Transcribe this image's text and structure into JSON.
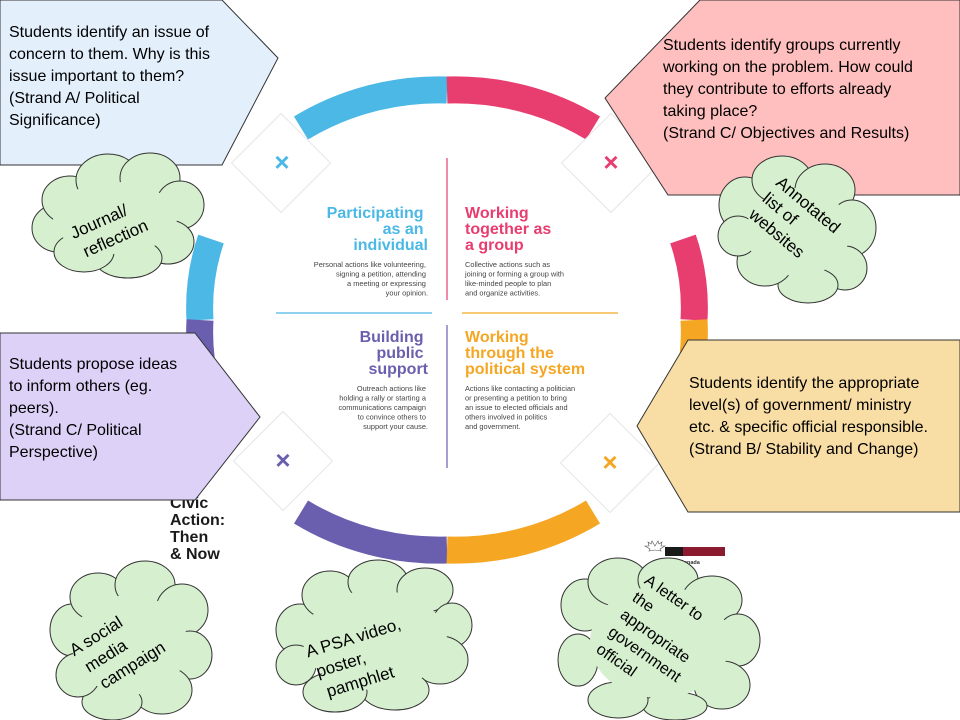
{
  "colors": {
    "blue": "#4bb8e6",
    "pink": "#e83d6f",
    "purple": "#6a5fae",
    "orange": "#f5a623",
    "box_blue": "#e3effb",
    "box_pink": "#ffbfbf",
    "box_purple": "#ddd1f7",
    "box_orange": "#f8dea5",
    "cloud": "#d6f0cf",
    "quadrant_text": "#444444"
  },
  "quadrants": {
    "individual": {
      "title": [
        "Participating",
        "as an",
        "individual"
      ],
      "desc": [
        "Personal actions like volunteering,",
        "signing a petition, attending",
        "a meeting or expressing",
        "your opinion."
      ]
    },
    "group": {
      "title": [
        "Working",
        "together as",
        "a group"
      ],
      "desc": [
        "Collective actions such as",
        "joining or forming a group with",
        "like-minded people to plan",
        "and organize activities."
      ]
    },
    "public": {
      "title": [
        "Building",
        "public",
        "support"
      ],
      "desc": [
        "Outreach actions like",
        "holding a rally or starting a",
        "communications campaign",
        "to convince others to",
        "support your cause."
      ]
    },
    "political": {
      "title": [
        "Working",
        "through the",
        "political system"
      ],
      "desc": [
        "Actions like contacting a politician",
        "or presenting a petition to bring",
        "an issue to elected officials and",
        "others involved in politics",
        "and government."
      ]
    }
  },
  "center_title": [
    "Civic",
    "Action:",
    "Then",
    "& Now"
  ],
  "logo_text": "Elections Canada",
  "callouts": {
    "top_left": [
      "Students identify an issue of",
      "concern to them.  Why is this",
      "issue important to them?",
      "",
      "(Strand A/ Political",
      "Significance)"
    ],
    "top_right": [
      "Students identify groups currently",
      "working on the problem. How could",
      "they contribute to efforts already",
      "taking place?",
      "",
      "(Strand C/ Objectives and Results)"
    ],
    "bottom_left": [
      "Students propose ideas",
      "to inform others (eg.",
      "peers).",
      "",
      "(Strand C/ Political",
      "Perspective)"
    ],
    "bottom_right": [
      "Students identify the appropriate",
      "level(s) of government/  ministry",
      "etc. & specific official responsible.",
      "",
      "(Strand B/ Stability and Change)"
    ]
  },
  "clouds": {
    "journal": [
      "Journal/",
      "reflection"
    ],
    "websites": [
      "Annotated",
      "list of",
      "websites"
    ],
    "social": [
      "A social",
      "media",
      "campaign"
    ],
    "psa": [
      "A PSA video,",
      "poster,",
      "pamphlet"
    ],
    "letter": [
      "A  letter to",
      "the",
      "appropriate",
      "government",
      "official"
    ]
  },
  "cross_icon": "×"
}
